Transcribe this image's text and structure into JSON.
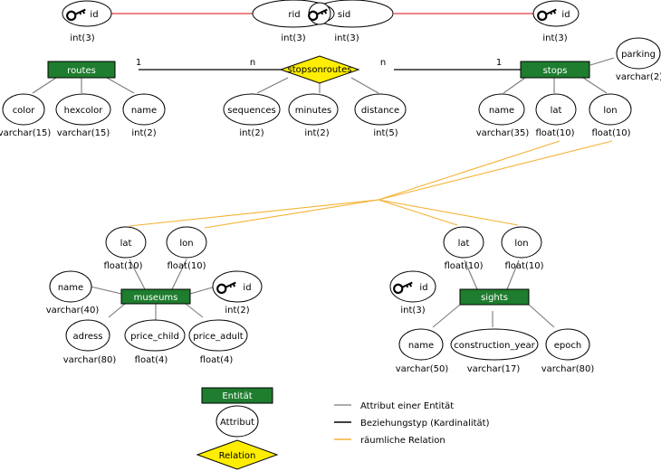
{
  "colors": {
    "entity_fill": "#1e7d2e",
    "entity_text": "#ffffff",
    "relation_fill": "#ffee00",
    "line_attribute": "#7a7a7a",
    "line_relationship": "#000000",
    "line_spatial": "#f5b335",
    "key_link": "#e23a3a"
  },
  "icons": {
    "key": "key-icon"
  },
  "entities": {
    "routes": "routes",
    "stops": "stops",
    "museums": "museums",
    "sights": "sights"
  },
  "relation": "stopsonroutes",
  "cardinality": {
    "routes_side_one": "1",
    "routes_side_n": "n",
    "stops_side_n": "n",
    "stops_side_one": "1"
  },
  "attributes": {
    "routes_id": {
      "name": "id",
      "type": "int(3)"
    },
    "routes_color": {
      "name": "color",
      "type": "varchar(15)"
    },
    "routes_hexcolor": {
      "name": "hexcolor",
      "type": "varchar(15)"
    },
    "routes_name": {
      "name": "name",
      "type": "int(2)"
    },
    "rel_rid": {
      "name": "rid",
      "type": "int(3)"
    },
    "rel_sid": {
      "name": "sid",
      "type": "int(3)"
    },
    "rel_sequences": {
      "name": "sequences",
      "type": "int(2)"
    },
    "rel_minutes": {
      "name": "minutes",
      "type": "int(2)"
    },
    "rel_distance": {
      "name": "distance",
      "type": "int(5)"
    },
    "stops_id": {
      "name": "id",
      "type": "int(3)"
    },
    "stops_parking": {
      "name": "parking",
      "type": "varchar(2)"
    },
    "stops_name": {
      "name": "name",
      "type": "varchar(35)"
    },
    "stops_lat": {
      "name": "lat",
      "type": "float(10)"
    },
    "stops_lon": {
      "name": "lon",
      "type": "float(10)"
    },
    "museums_lat": {
      "name": "lat",
      "type": "float(10)"
    },
    "museums_lon": {
      "name": "lon",
      "type": "float(10)"
    },
    "museums_name": {
      "name": "name",
      "type": "varchar(40)"
    },
    "museums_id": {
      "name": "id",
      "type": "int(2)"
    },
    "museums_adress": {
      "name": "adress",
      "type": "varchar(80)"
    },
    "museums_price_child": {
      "name": "price_child",
      "type": "float(4)"
    },
    "museums_price_adult": {
      "name": "price_adult",
      "type": "float(4)"
    },
    "sights_lat": {
      "name": "lat",
      "type": "float(10)"
    },
    "sights_lon": {
      "name": "lon",
      "type": "float(10)"
    },
    "sights_id": {
      "name": "id",
      "type": "int(3)"
    },
    "sights_name": {
      "name": "name",
      "type": "varchar(50)"
    },
    "sights_construction_year": {
      "name": "construction_year",
      "type": "varchar(17)"
    },
    "sights_epoch": {
      "name": "epoch",
      "type": "varchar(80)"
    }
  },
  "legend": {
    "entity": "Entität",
    "attribute": "Attribut",
    "relation": "Relation",
    "attribute_line": "Attribut einer Entität",
    "relationship_line": "Beziehungstyp (Kardinalität)",
    "spatial_line": "räumliche Relation"
  }
}
